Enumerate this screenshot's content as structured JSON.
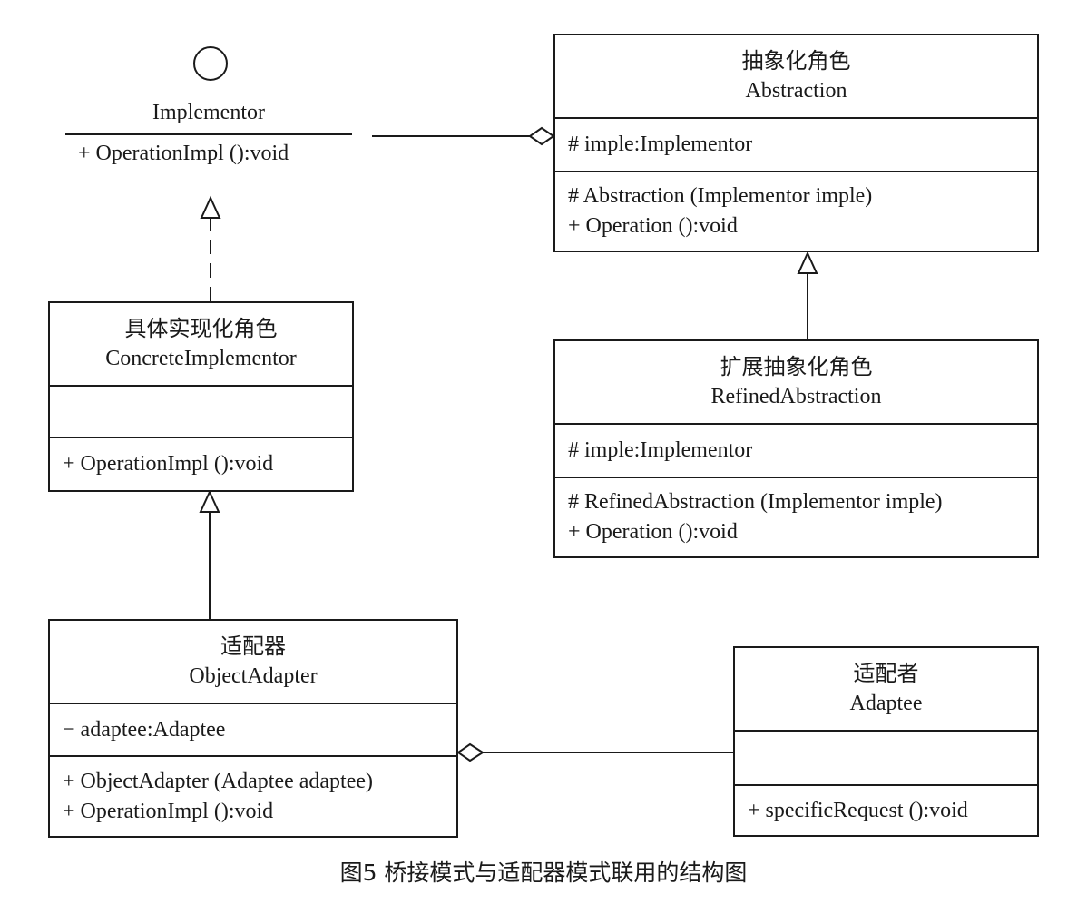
{
  "interface": {
    "name": "Implementor",
    "operation": "+ OperationImpl ():void"
  },
  "abstraction": {
    "title_cn": "抽象化角色",
    "title_en": "Abstraction",
    "attributes": [
      "# imple:Implementor"
    ],
    "operations": [
      "# Abstraction (Implementor imple)",
      "+ Operation ():void"
    ]
  },
  "concrete_implementor": {
    "title_cn": "具体实现化角色",
    "title_en": "ConcreteImplementor",
    "attributes": [],
    "operations": [
      "+ OperationImpl ():void"
    ]
  },
  "refined_abstraction": {
    "title_cn": "扩展抽象化角色",
    "title_en": "RefinedAbstraction",
    "attributes": [
      "# imple:Implementor"
    ],
    "operations": [
      "# RefinedAbstraction (Implementor imple)",
      "+ Operation ():void"
    ]
  },
  "object_adapter": {
    "title_cn": "适配器",
    "title_en": "ObjectAdapter",
    "attributes": [
      "− adaptee:Adaptee"
    ],
    "operations": [
      "+ ObjectAdapter (Adaptee adaptee)",
      "+ OperationImpl ():void"
    ]
  },
  "adaptee": {
    "title_cn": "适配者",
    "title_en": "Adaptee",
    "attributes": [],
    "operations": [
      "+ specificRequest ():void"
    ]
  },
  "caption": "图5 桥接模式与适配器模式联用的结构图"
}
